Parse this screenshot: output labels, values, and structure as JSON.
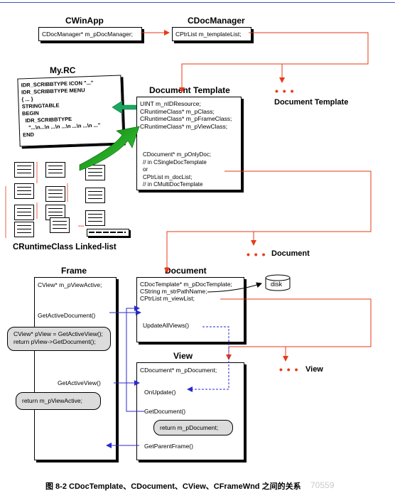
{
  "titles": {
    "cwinapp": "CWinApp",
    "cdocmanager": "CDocManager",
    "myrc": "My.RC",
    "doctemplate": "Document Template",
    "frame": "Frame",
    "document": "Document",
    "view": "View"
  },
  "cwinapp_box": {
    "text": "CDocManager* m_pDocManager;"
  },
  "cdocmanager_box": {
    "text": "CPtrList m_templateList;"
  },
  "myrc_box": {
    "lines": [
      "IDR_SCRIBBTYPE ICON \"...\"",
      "IDR_SCRIBBTYPE MENU",
      "{ ... }",
      "STRINGTABLE",
      "BEGIN",
      "  IDR_SCRIBBTYPE",
      "    \"...\\n...\\n ...\\n ...\\n ...\\n ...\\n ...\"",
      "END"
    ]
  },
  "doctemplate_box": {
    "lines_top": [
      "UINT m_nIDResource;",
      "CRuntimeClass* m_pClass;",
      "CRuntimeClass* m_pFrameClass;",
      "CRuntimeClass* m_pViewClass;"
    ],
    "lines_bottom": [
      "CDocument* m_pOnlyDoc;",
      "// in CSingleDocTemplate",
      "or",
      "CPtrList m_docList;",
      "// in CMultiDocTemplate"
    ]
  },
  "linkedlist_label": "CRuntimeClass Linked-list",
  "linkedlist_dots": "...",
  "side_labels": {
    "doctemplate": "Document Template",
    "document": "Document",
    "view": "View"
  },
  "dots": "• • •",
  "frame_box": {
    "member": "CView* m_pViewActive;",
    "get_active_document": "GetActiveDocument()",
    "get_active_view": "GetActiveView()"
  },
  "frame_bubbles": {
    "active_document": [
      "CView* pView = GetActiveView();",
      "return pView->GetDocument();"
    ],
    "active_view": "return m_pViewActive;"
  },
  "document_box": {
    "lines": [
      "CDocTemplate* m_pDocTemplate;",
      "CString m_strPathName;",
      "CPtrList m_viewList;"
    ],
    "update_all_views": "UpdateAllViews()"
  },
  "disk_label": "disk",
  "view_box": {
    "member": "CDocument* m_pDocument;",
    "on_update": "OnUpdate()",
    "get_document": "GetDocument()",
    "get_parent_frame": "GetParentFrame()"
  },
  "view_bubble": "return m_pDocument;",
  "caption": "图 8-2   CDocTemplate、CDocument、CView、CFrameWnd 之间的关系",
  "watermark": "70559"
}
